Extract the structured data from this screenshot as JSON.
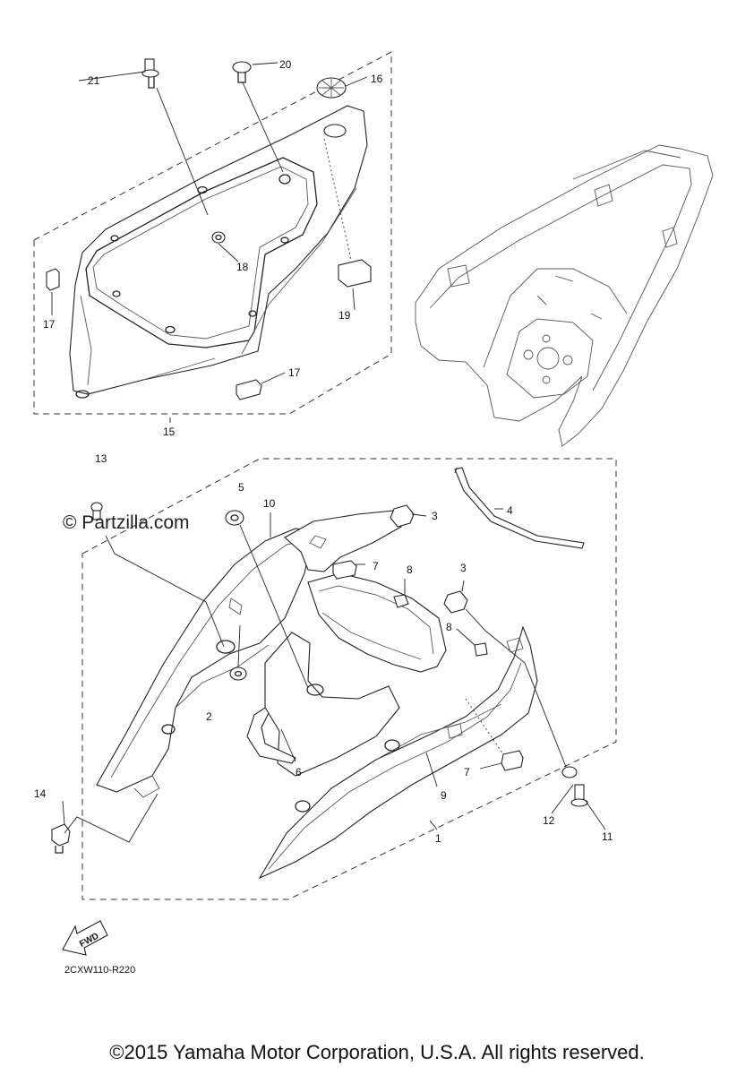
{
  "watermark": "© Partzilla.com",
  "diagram_code": "2CXW110-R220",
  "fwd_label": "FWD",
  "copyright": "©2015 Yamaha Motor Corporation, U.S.A. All rights reserved.",
  "callouts": {
    "c1": "1",
    "c2": "2",
    "c3a": "3",
    "c3b": "3",
    "c4": "4",
    "c5": "5",
    "c6": "6",
    "c7a": "7",
    "c7b": "7",
    "c8a": "8",
    "c8b": "8",
    "c9": "9",
    "c10": "10",
    "c11": "11",
    "c12": "12",
    "c13": "13",
    "c14": "14",
    "c15": "15",
    "c16": "16",
    "c17a": "17",
    "c17b": "17",
    "c18": "18",
    "c19": "19",
    "c20": "20",
    "c21": "21"
  }
}
